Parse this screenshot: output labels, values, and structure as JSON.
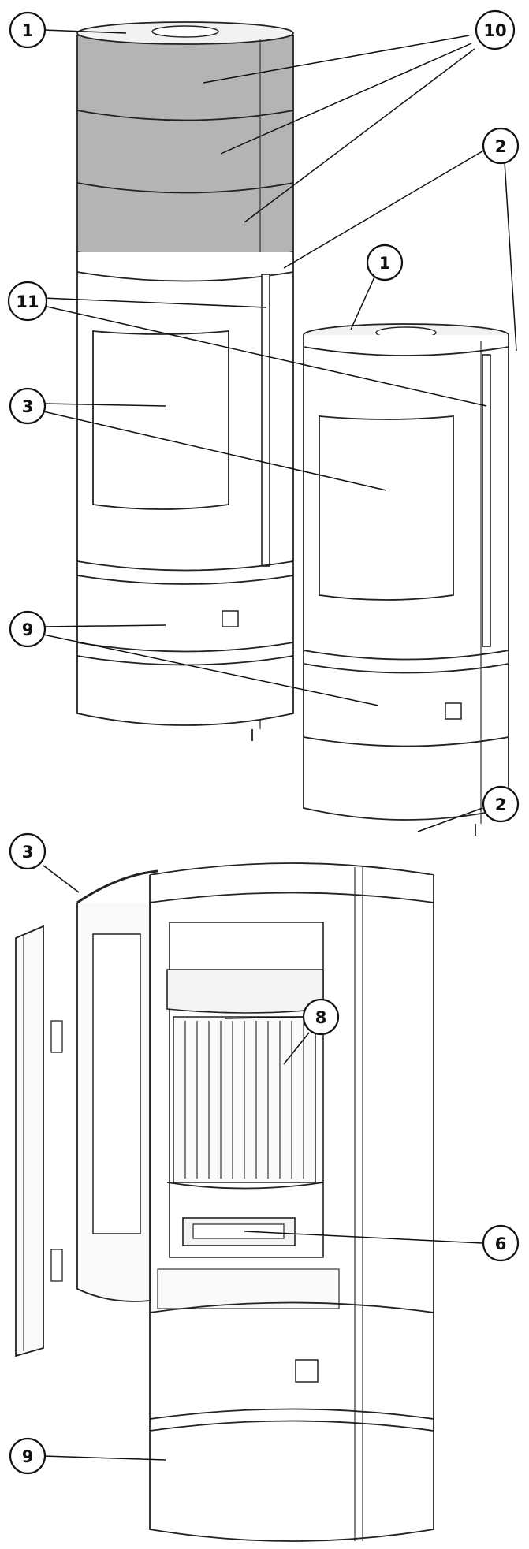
{
  "figure": {
    "callouts": {
      "c1a": "1",
      "c10": "10",
      "c2a": "2",
      "c1b": "1",
      "c11": "11",
      "c3a": "3",
      "c9a": "9",
      "c3b": "3",
      "c2b": "2",
      "c8": "8",
      "c6": "6",
      "c9b": "9"
    },
    "colors": {
      "line": "#222222",
      "top_module_fill": "#b4b4b4",
      "background": "#ffffff"
    }
  }
}
